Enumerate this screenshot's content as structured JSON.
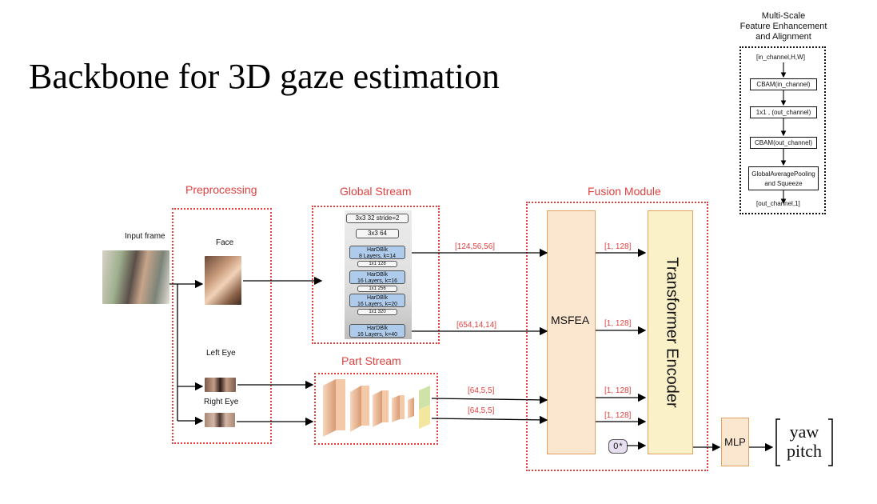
{
  "title": "Backbone for 3D gaze estimation",
  "sections": {
    "preprocessing": "Preprocessing",
    "global_stream": "Global Stream",
    "part_stream": "Part Stream",
    "fusion_module": "Fusion Module"
  },
  "inputs": {
    "input_frame": "Input frame",
    "face": "Face",
    "left_eye": "Left Eye",
    "right_eye": "Right Eye"
  },
  "backbone_blocks": {
    "conv1": "3x3  32  stride=2",
    "conv2": "3x3  64",
    "hardblk1_name": "HarDBlk",
    "hardblk1_cfg": "8 Layers, k=14",
    "conv3": "1x1  128",
    "hardblk2_name": "HarDBlk",
    "hardblk2_cfg": "16 Layers, k=16",
    "conv4": "1x1  256",
    "hardblk3_name": "HarDBlk",
    "hardblk3_cfg": "16 Layers, k=20",
    "conv5": "1x1  320",
    "hardblk4_name": "HarDBlk",
    "hardblk4_cfg": "16 Layers, k=40"
  },
  "tensor_labels": {
    "global_1": "[124,56,56]",
    "global_2": "[654,14,14]",
    "part_1": "[64,5,5]",
    "part_2": "[64,5,5]",
    "out_1": "[1, 128]",
    "out_2": "[1, 128]",
    "out_3": "[1, 128]",
    "out_4": "[1, 128]"
  },
  "modules": {
    "msfea": "MSFEA",
    "transformer": "Transformer Encoder",
    "mlp": "MLP",
    "token": "0",
    "token_star": "*"
  },
  "output": {
    "yaw": "yaw",
    "pitch": "pitch"
  },
  "msfea_detail": {
    "title_line1": "Multi-Scale",
    "title_line2": "Feature Enhancement",
    "title_line3": "and Alignment",
    "input_shape": "[in_channel,H,W]",
    "step1": "CBAM(in_channel)",
    "step2": "1x1 , (out_channel)",
    "step3": "CBAM(out_channel)",
    "step4_line1": "GlobalAveragePooling",
    "step4_line2": "and Squeeze",
    "output_shape": "[out_channel,1]"
  },
  "colors": {
    "accent_red": "#e0413f",
    "module_fill": "#fbe6cf",
    "transformer_fill": "#fbf1c8",
    "block_blue": "#aecbeb"
  }
}
